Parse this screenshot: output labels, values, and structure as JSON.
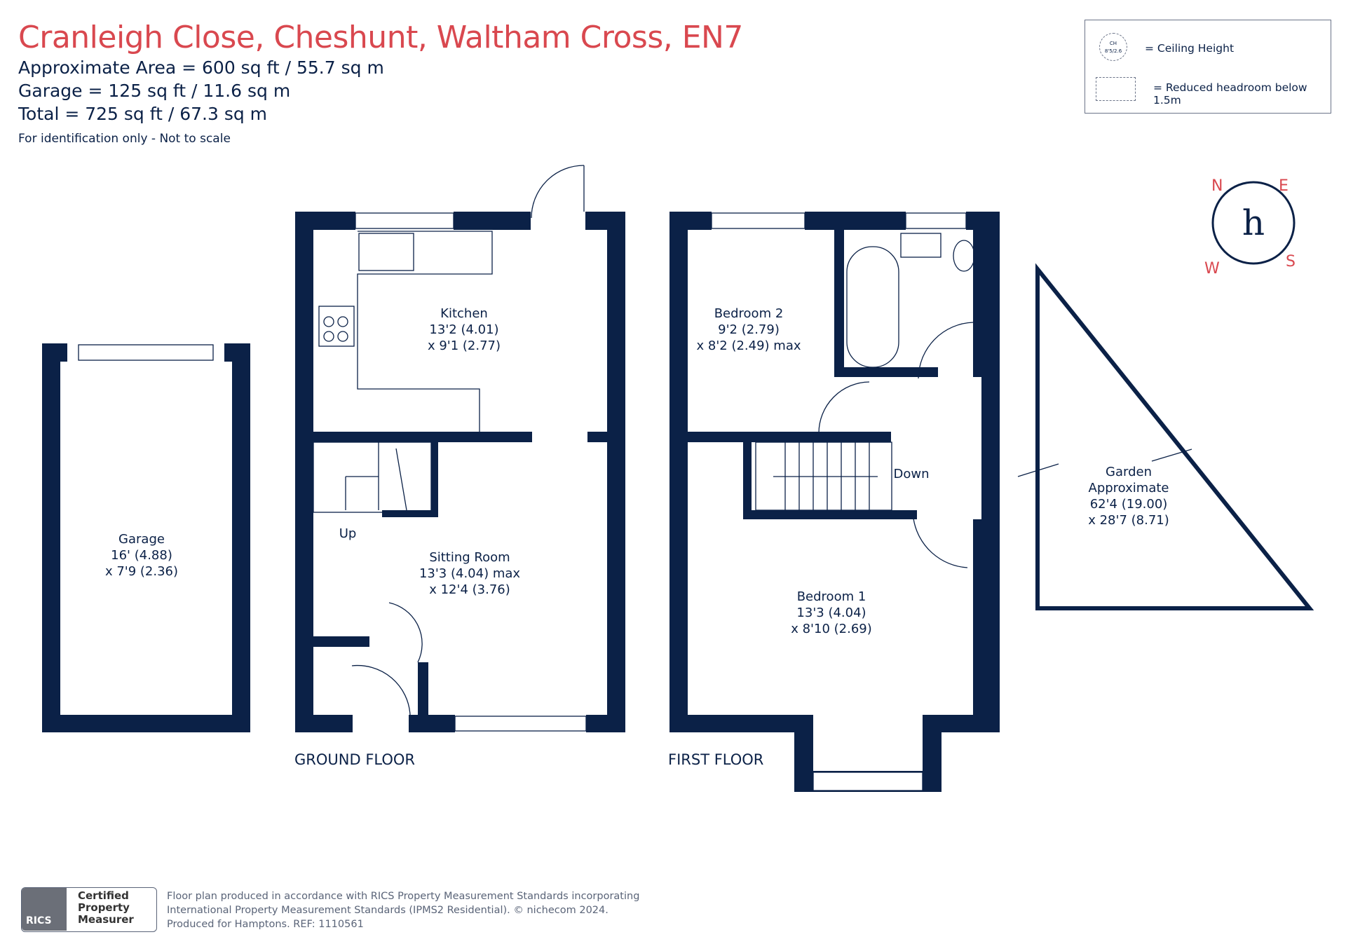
{
  "header": {
    "title": "Cranleigh Close, Cheshunt, Waltham Cross, EN7",
    "area": "Approximate Area = 600 sq ft / 55.7 sq m",
    "garage": "Garage = 125 sq ft / 11.6 sq m",
    "total": "Total = 725 sq ft / 67.3 sq m",
    "note": "For identification only - Not to scale"
  },
  "legend": {
    "ceiling_symbol": "CH",
    "ceiling_symbol_value": "8'5/2.6",
    "ceiling_label": "= Ceiling Height",
    "headroom_label": "= Reduced headroom below 1.5m"
  },
  "rooms": {
    "garage": {
      "name": "Garage",
      "dim1": "16' (4.88)",
      "dim2": "x 7'9 (2.36)"
    },
    "kitchen": {
      "name": "Kitchen",
      "dim1": "13'2 (4.01)",
      "dim2": "x 9'1 (2.77)"
    },
    "sitting": {
      "name": "Sitting Room",
      "dim1": "13'3 (4.04) max",
      "dim2": "x 12'4 (3.76)"
    },
    "bed2": {
      "name": "Bedroom 2",
      "dim1": "9'2 (2.79)",
      "dim2": "x 8'2 (2.49) max"
    },
    "bed1": {
      "name": "Bedroom 1",
      "dim1": "13'3 (4.04)",
      "dim2": "x 8'10 (2.69)"
    },
    "garden": {
      "name": "Garden",
      "line2": "Approximate",
      "dim1": "62'4 (19.00)",
      "dim2": "x 28'7 (8.71)"
    }
  },
  "stairs": {
    "up": "Up",
    "down": "Down"
  },
  "floors": {
    "ground": "GROUND FLOOR",
    "first": "FIRST FLOOR"
  },
  "compass": {
    "n": "N",
    "e": "E",
    "s": "S",
    "w": "W",
    "mark": "h"
  },
  "badge": {
    "org": "RICS",
    "line1": "Certified",
    "line2": "Property",
    "line3": "Measurer"
  },
  "footer": {
    "line1": "Floor plan produced in accordance with RICS Property Measurement Standards incorporating",
    "line2": "International Property Measurement Standards (IPMS2 Residential).  © nichecom 2024.",
    "line3": "Produced for Hamptons.   REF: 1110561"
  },
  "colors": {
    "wall": "#0b2147",
    "title": "#d9484f"
  }
}
